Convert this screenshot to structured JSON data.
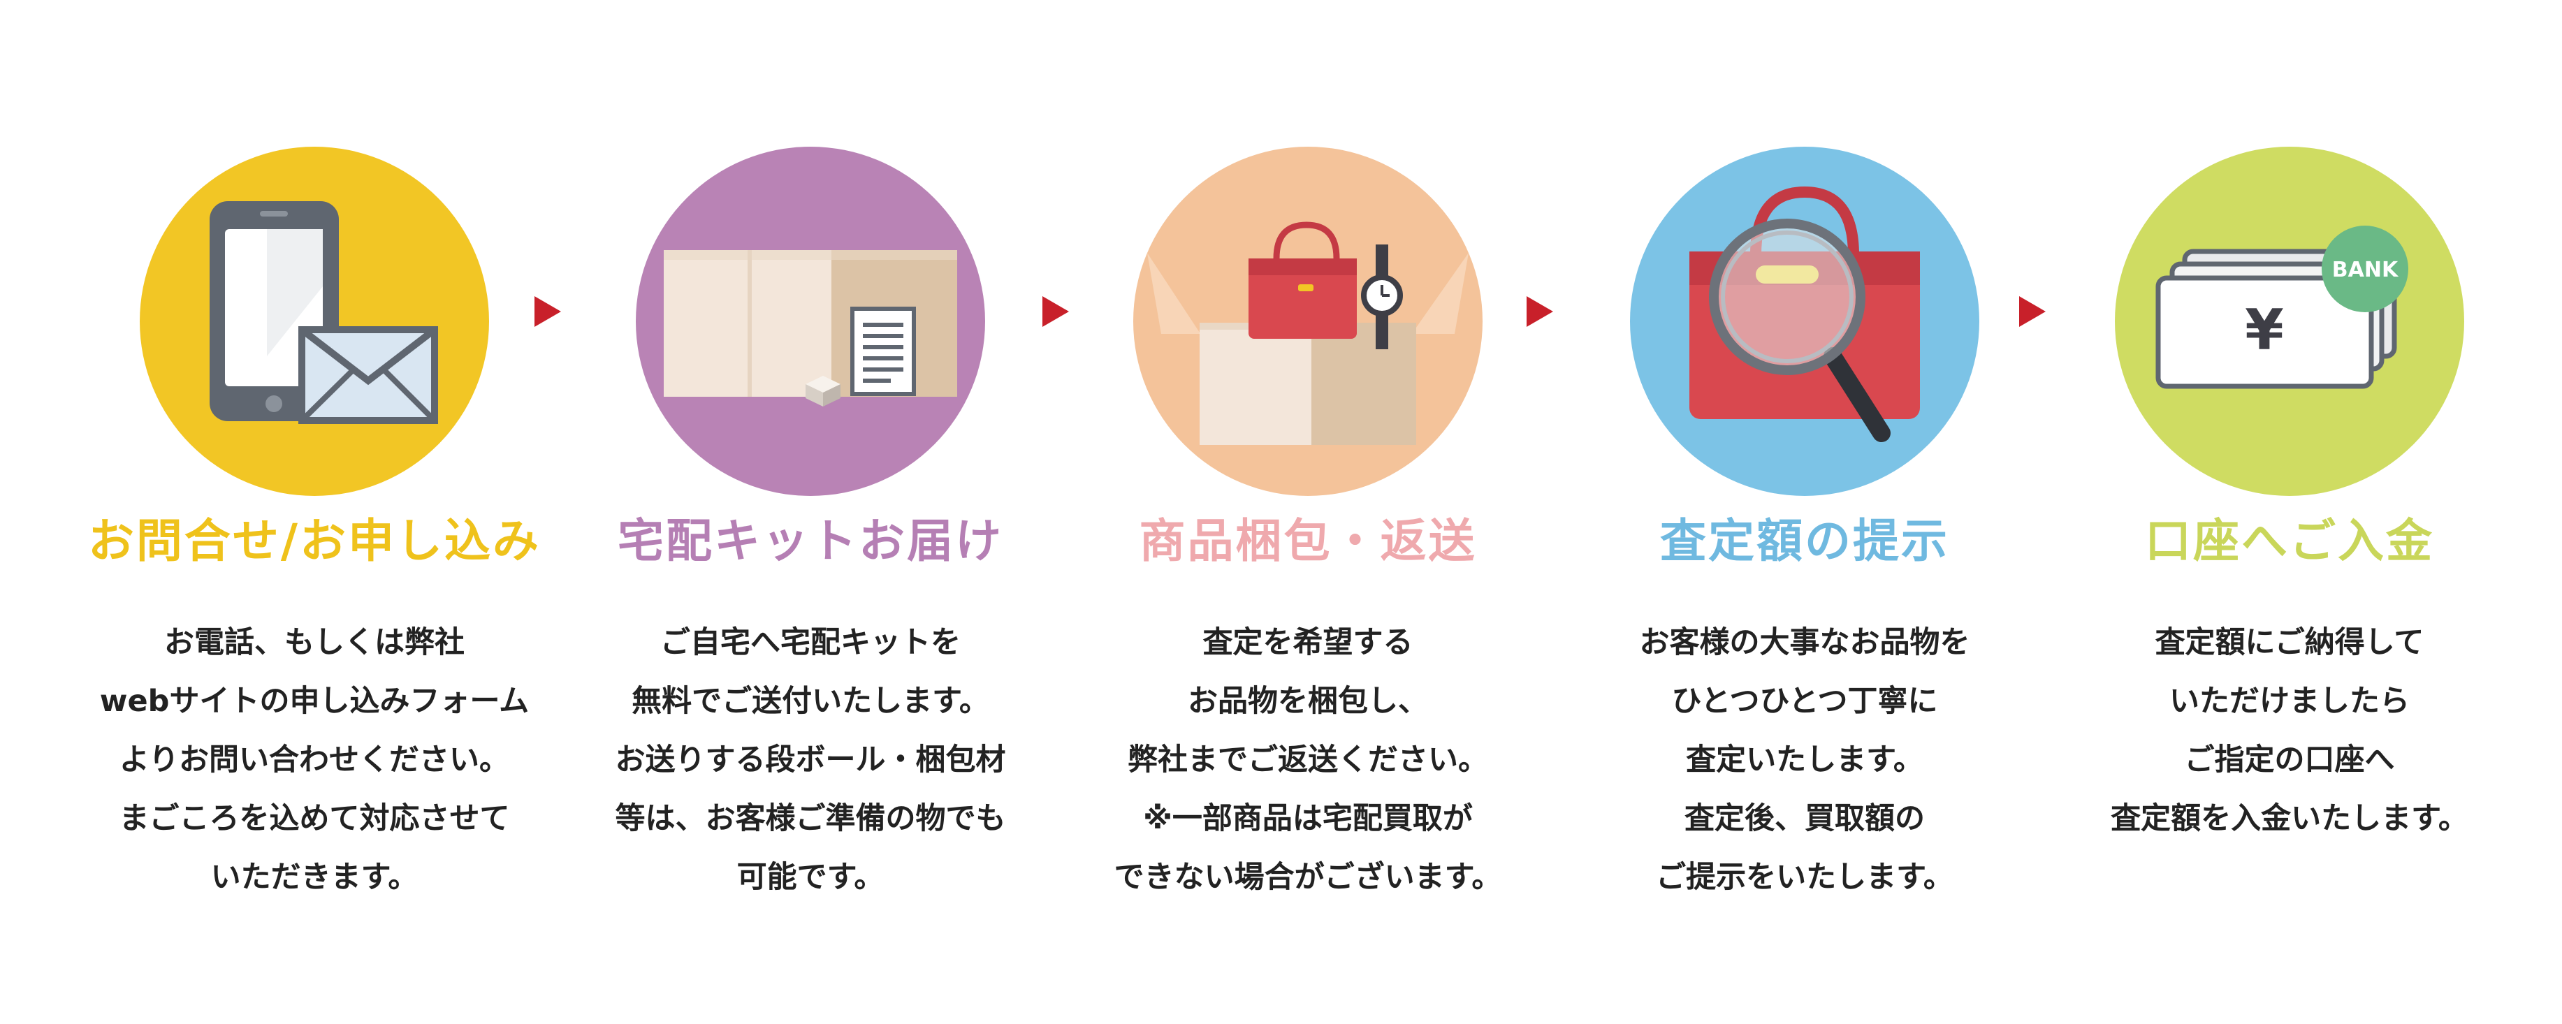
{
  "steps": [
    {
      "title": "お問合せ/お申し込み",
      "title_color": "#efc21b",
      "circle_color": "#f2c625",
      "icons": [
        "smartphone-icon",
        "envelope-icon"
      ],
      "lines": [
        "お電話、もしくは弊社",
        "webサイトの申し込みフォーム",
        "よりお問い合わせください。",
        "まごころを込めて対応させて",
        "いただきます。"
      ]
    },
    {
      "title": "宅配キットお届け",
      "title_color": "#b57fb4",
      "circle_color": "#b983b5",
      "icons": [
        "cardboard-box-icon",
        "document-icon"
      ],
      "lines": [
        "ご自宅へ宅配キットを",
        "無料でご送付いたします。",
        "お送りする段ボール・梱包材",
        "等は、お客様ご準備の物でも",
        "可能です。"
      ]
    },
    {
      "title": "商品梱包・返送",
      "title_color": "#efa9ad",
      "circle_color": "#f4c39a",
      "icons": [
        "open-box-icon",
        "handbag-icon",
        "wristwatch-icon"
      ],
      "lines": [
        "査定を希望する",
        "お品物を梱包し、",
        "弊社までご返送ください。",
        "※一部商品は宅配買取が",
        "できない場合がございます。"
      ]
    },
    {
      "title": "査定額の提示",
      "title_color": "#6fb9e0",
      "circle_color": "#7cc3e6",
      "icons": [
        "handbag-icon",
        "magnifier-icon"
      ],
      "lines": [
        "お客様の大事なお品物を",
        "ひとつひとつ丁寧に",
        "査定いたします。",
        "査定後、買取額の",
        "ご提示をいたします。"
      ]
    },
    {
      "title": "口座へご入金",
      "title_color": "#c9d65a",
      "circle_color": "#cfdc62",
      "icons": [
        "banknote-icon",
        "bank-badge-icon"
      ],
      "badge_label": "BANK",
      "currency_label": "¥",
      "lines": [
        "査定額にご納得して",
        "いただけましたら",
        "ご指定の口座へ",
        "査定額を入金いたします。"
      ]
    }
  ],
  "arrow_color": "#c8202a",
  "arrow_icon": "triangle-right-icon"
}
